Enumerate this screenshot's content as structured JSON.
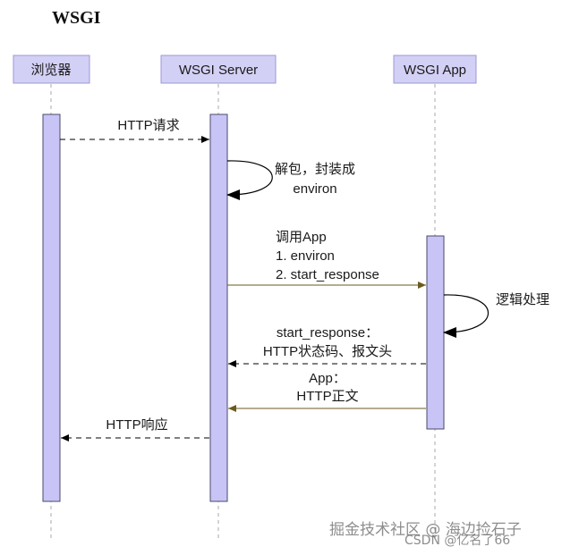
{
  "title": "WSGI",
  "participants": [
    {
      "id": "browser",
      "label": "浏览器"
    },
    {
      "id": "server",
      "label": "WSGI Server"
    },
    {
      "id": "app",
      "label": "WSGI App"
    }
  ],
  "messages": [
    {
      "id": "http-request",
      "from": "browser",
      "to": "server",
      "style": "dashed",
      "lines": [
        "HTTP请求"
      ]
    },
    {
      "id": "unpack",
      "from": "server",
      "to": "server",
      "style": "self",
      "lines": [
        "解包，封装成",
        "environ"
      ]
    },
    {
      "id": "call-app",
      "from": "server",
      "to": "app",
      "style": "solid",
      "lines": [
        "调用App",
        "1. environ",
        "2. start_response"
      ]
    },
    {
      "id": "logic",
      "from": "app",
      "to": "app",
      "style": "self",
      "lines": [
        "逻辑处理"
      ]
    },
    {
      "id": "start-response",
      "from": "app",
      "to": "server",
      "style": "dashed",
      "lines": [
        "start_response：",
        "HTTP状态码、报文头"
      ]
    },
    {
      "id": "app-body",
      "from": "app",
      "to": "server",
      "style": "solid",
      "lines": [
        "App：",
        "HTTP正文"
      ]
    },
    {
      "id": "http-response",
      "from": "server",
      "to": "browser",
      "style": "dashed",
      "lines": [
        "HTTP响应"
      ]
    }
  ],
  "watermark": {
    "line1": "掘金技术社区 @ 海边捡石子",
    "line2": "CSDN @亿名了66"
  },
  "colors": {
    "participant_fill": "#d3d0f5",
    "participant_border": "#9b97d8",
    "activation_fill": "#c9c4f6",
    "activation_border": "#4a4a6a",
    "lifeline": "#a9a9a9",
    "solid_arrow": "#6b5a1e",
    "dashed_arrow": "#000000"
  }
}
